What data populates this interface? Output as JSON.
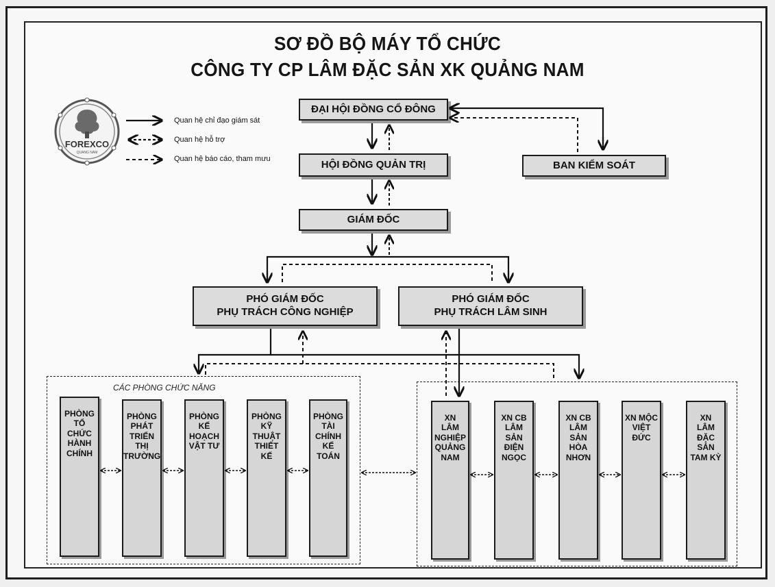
{
  "title": {
    "line1": "SƠ ĐỒ BỘ MÁY TỔ CHỨC",
    "line2": "CÔNG TY CP LÂM ĐẶC SẢN XK QUẢNG NAM"
  },
  "logo": {
    "text": "FOREXCO",
    "subtext": "QUANG NAM"
  },
  "legend": {
    "solid": "Quan hệ chỉ đạo giám sát",
    "dotted_double": "Quan hệ hỗ trợ",
    "dashed": "Quan hệ báo cáo, tham mưu"
  },
  "boxes": {
    "dai_hoi": "ĐẠI HỘI ĐỒNG CỔ ĐÔNG",
    "hoi_dong": "HỘI ĐỒNG QUẢN TRỊ",
    "ban_kiem_soat": "BAN KIỂM SOÁT",
    "giam_doc": "GIÁM ĐỐC",
    "pgd_cn_line1": "PHÓ GIÁM ĐỐC",
    "pgd_cn_line2": "PHỤ TRÁCH CÔNG NGHIỆP",
    "pgd_ls_line1": "PHÓ GIÁM ĐỐC",
    "pgd_ls_line2": "PHỤ TRÁCH LÂM SINH"
  },
  "left_group": {
    "title": "CÁC PHÒNG CHỨC NĂNG",
    "items": [
      "PHÒNG\nTỔ\nCHỨC\nHÀNH\nCHÍNH",
      "PHÒNG\nPHÁT\nTRIỂN\nTHỊ\nTRƯỜNG",
      "PHÒNG\nKẾ\nHOẠCH\nVẬT TƯ",
      "PHÒNG\nKỸ\nTHUẬT\nTHIẾT\nKẾ",
      "PHÒNG\nTÀI\nCHÍNH\nKẾ\nTOÁN"
    ]
  },
  "right_group": {
    "items": [
      "XN\nLÂM\nNGHIỆP\nQUẢNG\nNAM",
      "XN CB\nLÂM\nSẢN\nĐIỆN\nNGỌC",
      "XN CB\nLÂM\nSẢN\nHÒA\nNHƠN",
      "XN MỘC\nVIỆT\nĐỨC",
      "XN\nLÂM\nĐẶC\nSẢN\nTAM KỲ"
    ]
  }
}
